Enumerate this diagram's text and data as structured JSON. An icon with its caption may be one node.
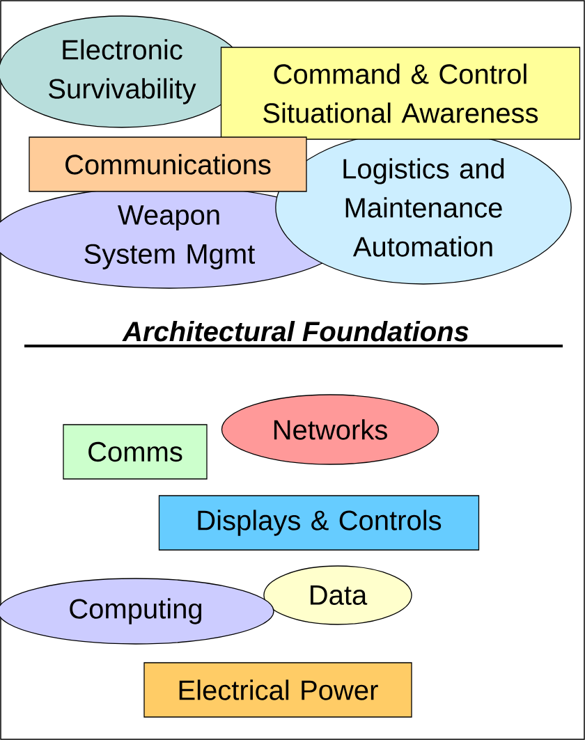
{
  "diagram": {
    "nodes": [
      {
        "text": [
          "Electronic Survivability"
        ]
      },
      {
        "text": [
          "Command & Control Situational Awareness"
        ]
      },
      {
        "text": [
          "Communications"
        ]
      },
      {
        "text": [
          "Logistics and Maintenance Automation"
        ]
      },
      {
        "text": [
          "Weapon System Mgmt"
        ]
      },
      {
        "text": [
          "Comms"
        ]
      },
      {
        "text": [
          "Networks"
        ]
      },
      {
        "text": [
          "Displays & Controls"
        ]
      },
      {
        "text": [
          "Data"
        ]
      },
      {
        "text": [
          "Computing"
        ]
      },
      {
        "text": [
          "Electrical Power"
        ]
      }
    ],
    "labels": [
      "Architectural Foundations"
    ]
  }
}
